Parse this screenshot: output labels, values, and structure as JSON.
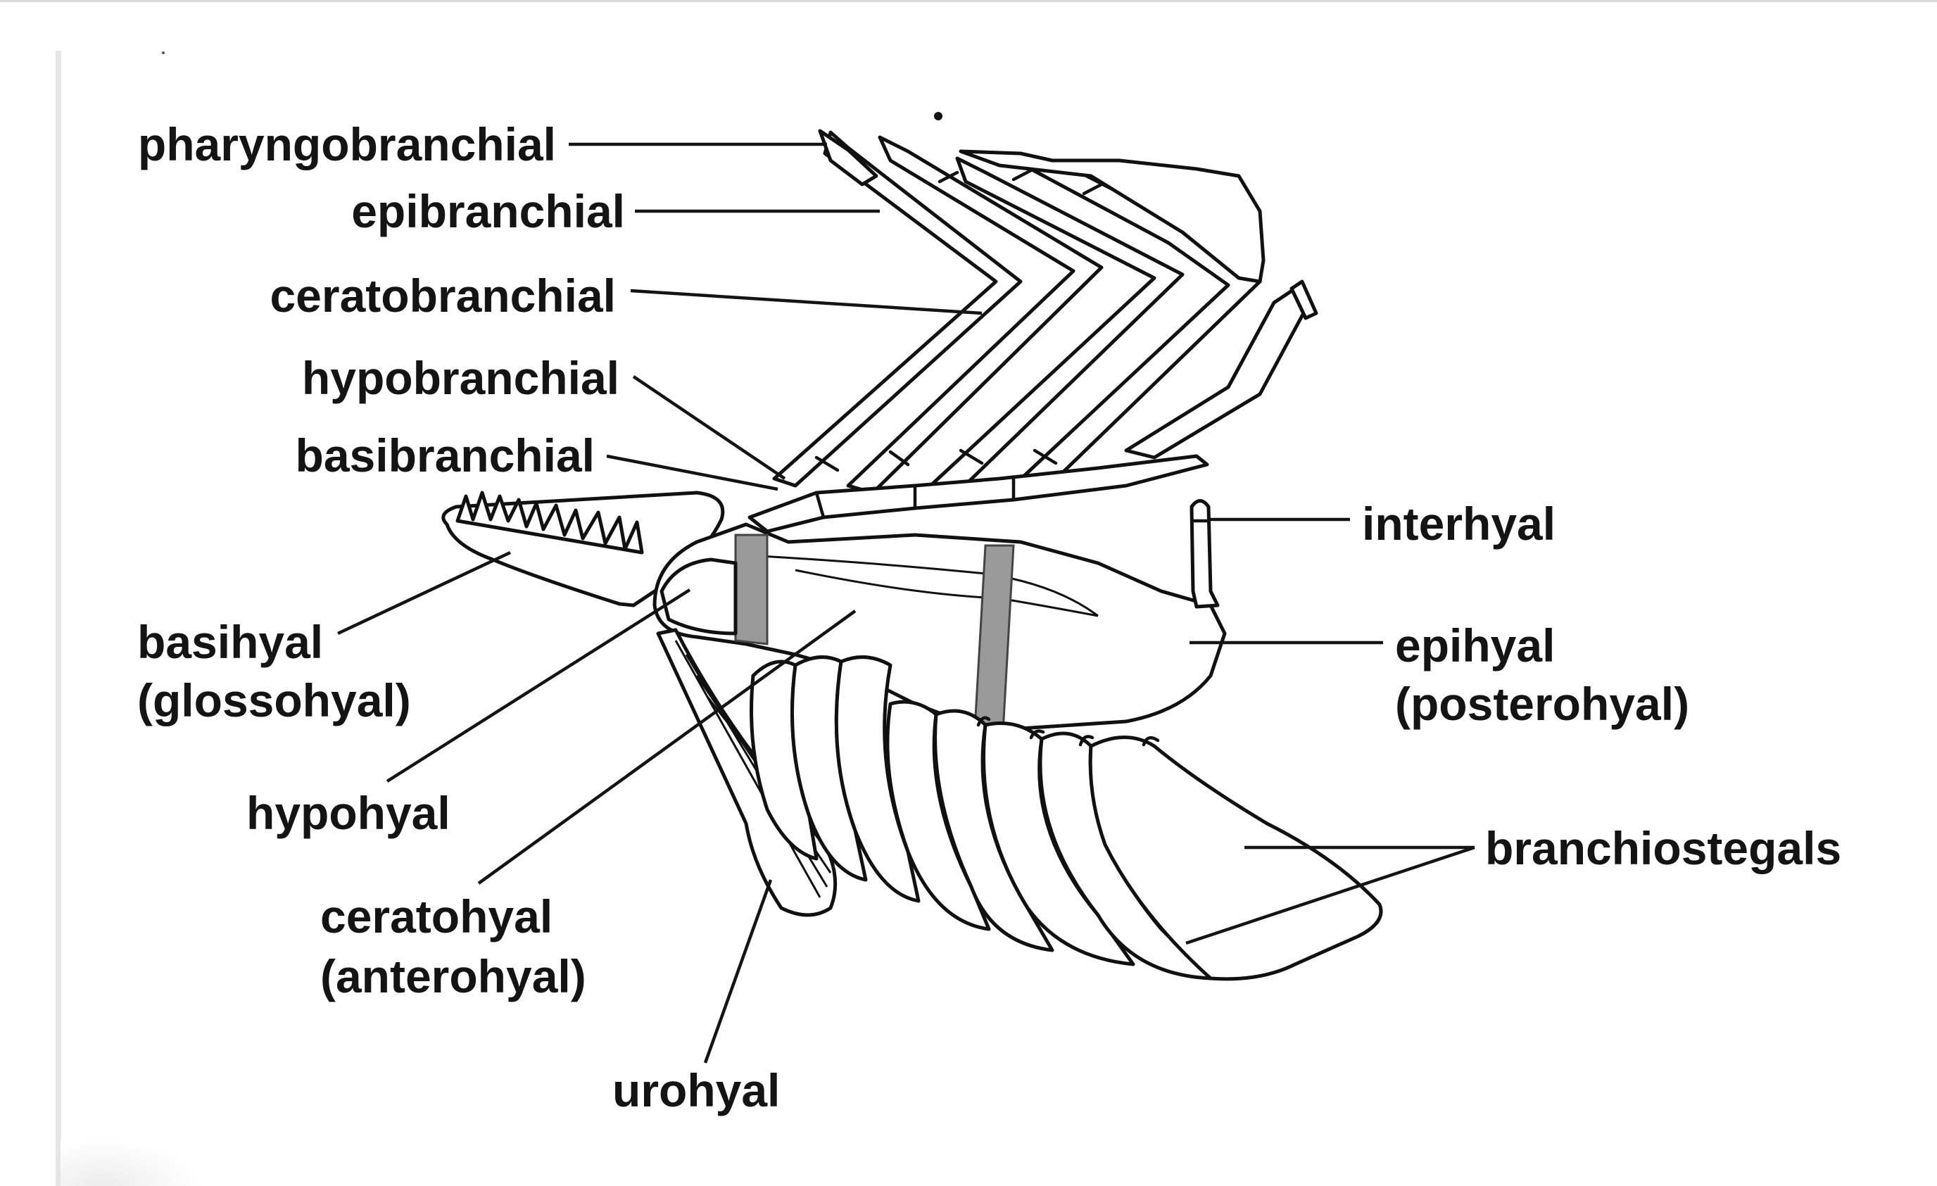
{
  "labels": {
    "pharyngobranchial": "pharyngobranchial",
    "epibranchial": "epibranchial",
    "ceratobranchial": "ceratobranchial",
    "hypobranchial": "hypobranchial",
    "basibranchial": "basibranchial",
    "basihyal_1": "basihyal",
    "basihyal_2": "(glossohyal)",
    "hypohyal": "hypohyal",
    "ceratohyal_1": "ceratohyal",
    "ceratohyal_2": "(anterohyal)",
    "urohyal": "urohyal",
    "interhyal": "interhyal",
    "epihyal_1": "epihyal",
    "epihyal_2": "(posterohyal)",
    "branchiostegals": "branchiostegals"
  },
  "colors": {
    "ink": "#141414",
    "cartilage": "#9a9a9a",
    "background": "#ffffff"
  }
}
